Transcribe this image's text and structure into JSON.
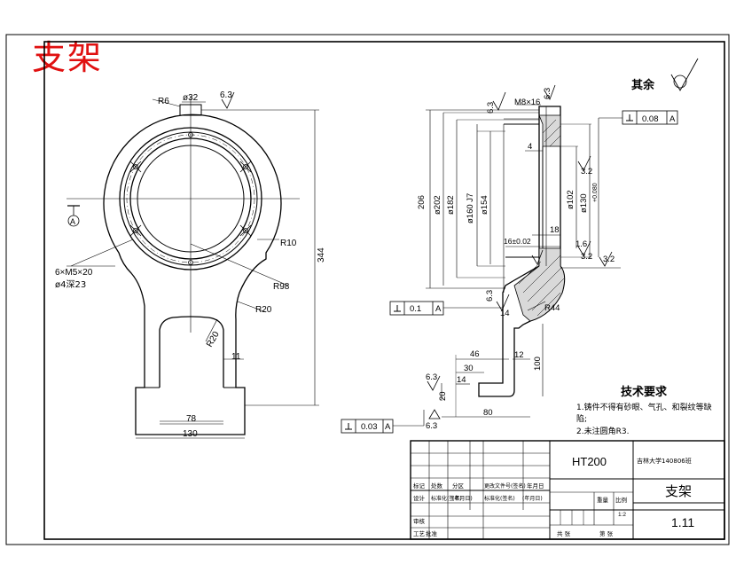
{
  "drawing_title_red": "支架",
  "surface_note": "其余",
  "surface_note_roughness": "6.3",
  "front_view": {
    "dim_r6": "R6",
    "dim_phi32": "ø32",
    "dim_ra_top": "6.3",
    "dim_344": "344",
    "dim_r10": "R10",
    "dim_r98": "R98",
    "dim_r20a": "R20",
    "dim_r20b": "R20",
    "dim_11": "11",
    "dim_78": "78",
    "dim_130": "130",
    "hole_note_1": "6×M5×20",
    "hole_note_2": "ø4深23",
    "datum_a": "A"
  },
  "section_view": {
    "dim_m8": "M8×16",
    "dim_ra_6_3_top": "6.3",
    "dim_ra_6_3_right": "6.3",
    "tol_flatness": "0.08",
    "tol_flatness_datum": "A",
    "dim_4": "4",
    "dim_206": "206",
    "dim_202": "ø202",
    "dim_182": "ø182",
    "dim_160": "ø160 J7",
    "dim_154": "ø154",
    "dim_102": "ø102",
    "dim_130": "ø130",
    "dim_130_tol": "+0.080",
    "dim_ra_3_2a": "3.2",
    "dim_ra_3_2b": "3.2",
    "dim_ra_3_2c": "3.2",
    "dim_18": "18",
    "dim_16_tol": "16±0.02",
    "dim_1_6": "1.6",
    "tol_perp": "0.1",
    "tol_perp_datum": "A",
    "dim_ra_6_3_mid": "6.3",
    "dim_14": "14",
    "dim_r44": "R44",
    "dim_46": "46",
    "dim_30": "30",
    "dim_14b": "14",
    "dim_12": "12",
    "dim_100": "100",
    "dim_20": "20",
    "dim_80": "80",
    "dim_ra_6_3_low": "6.3",
    "dim_ra_6_3_bot": "6.3",
    "tol_perp2": "0.03",
    "tol_perp2_datum": "A"
  },
  "tech_req": {
    "title": "技术要求",
    "line1": "1.铸件不得有砂眼、气孔、和裂纹等缺",
    "line1b": "陷;",
    "line2": "2.未注圆角R3."
  },
  "title_block": {
    "material": "HT200",
    "school": "吉林大学140806班",
    "part_name": "支架",
    "drawing_no": "1.11",
    "scale_label": "比例",
    "weight_label": "重量",
    "scale_value": "1:2",
    "sheets_total": "共 张",
    "sheet_no": "第 张",
    "row_mark": "标记",
    "row_count": "处数",
    "row_zone": "分区",
    "row_doc": "更改文件号(签名)",
    "row_date": "年月日",
    "row_design": "设计",
    "row_std": "标准化(签名)",
    "row_std_date": "(年月日)",
    "row_std2": "标准化(签名)",
    "row_std2_date": "(年月日)",
    "row_audit": "审核",
    "row_process": "工艺",
    "row_approve": "批准"
  }
}
